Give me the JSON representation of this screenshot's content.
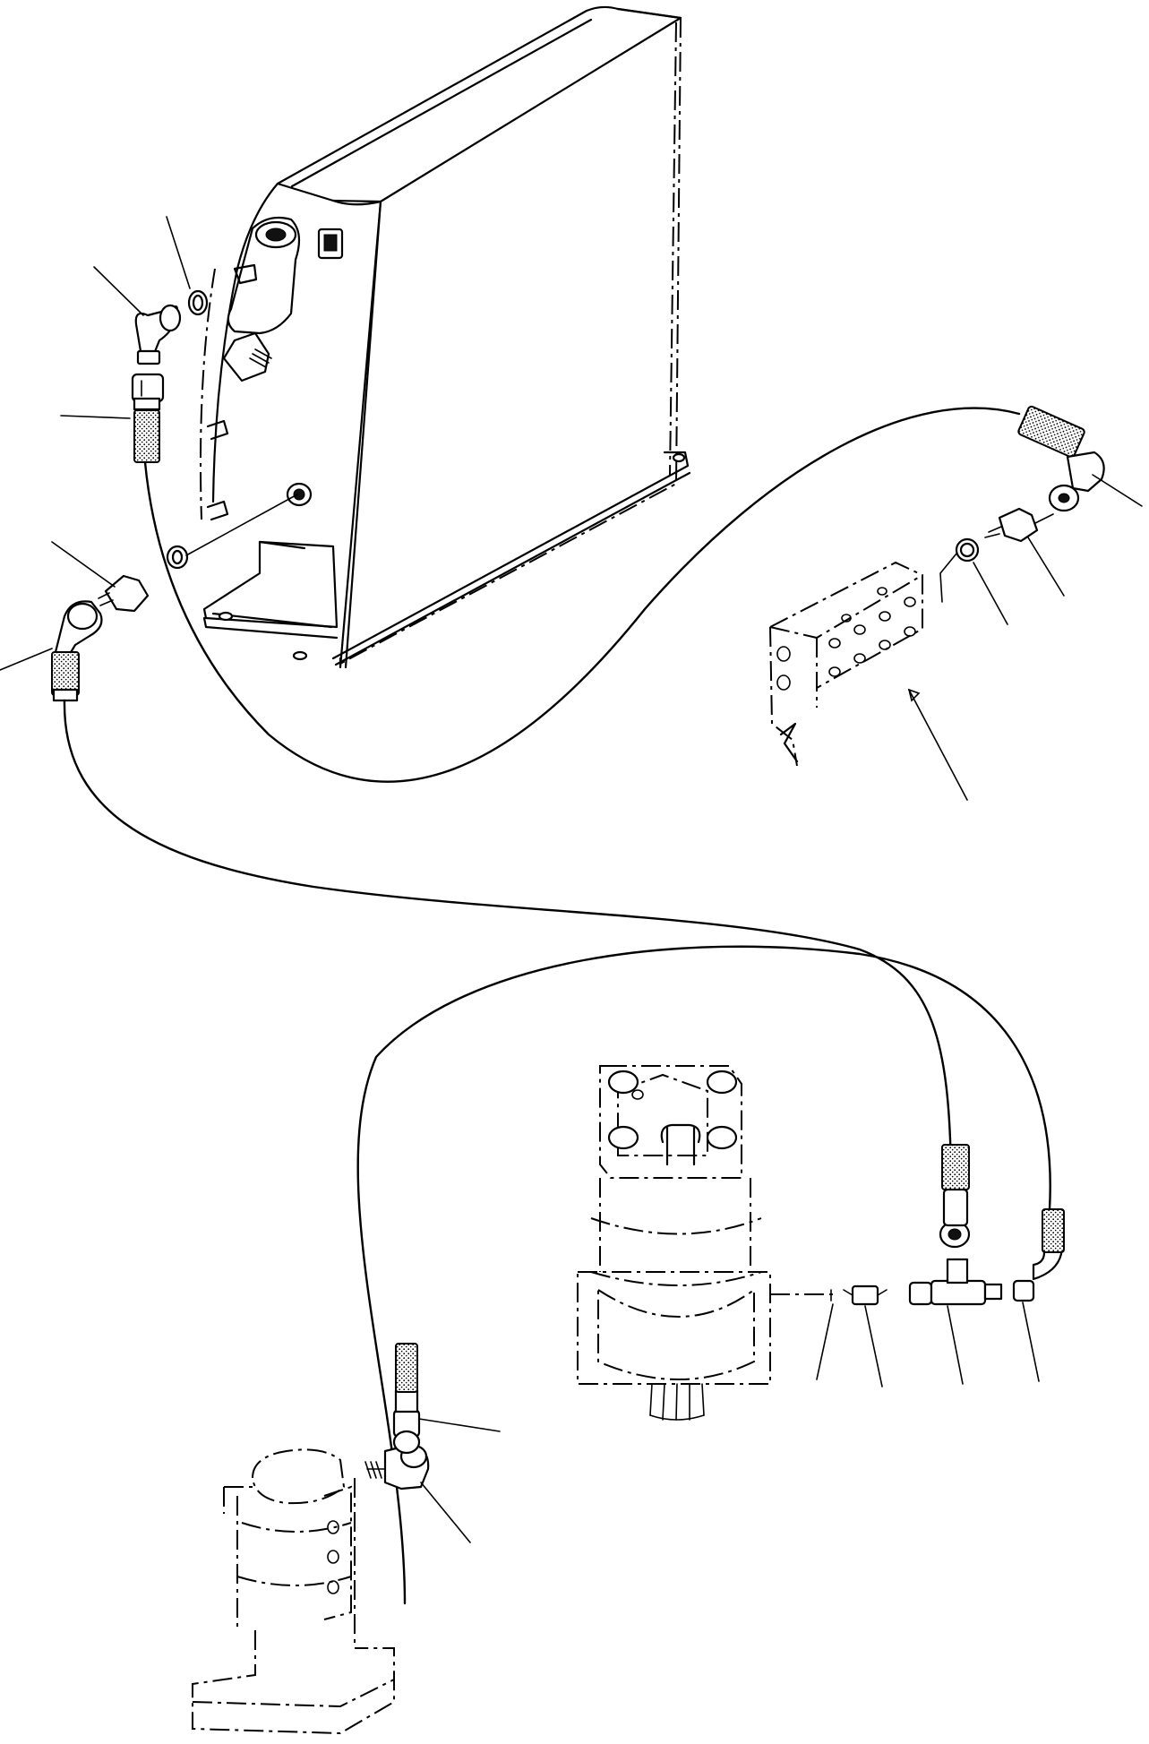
{
  "diagram": {
    "components": [
      {
        "name": "cooler-radiator",
        "kind": "tank"
      },
      {
        "name": "valve-block",
        "kind": "manifold"
      },
      {
        "name": "swing-motor",
        "kind": "motor"
      },
      {
        "name": "swivel-joint",
        "kind": "joint"
      }
    ],
    "parts": [
      "elbow-fitting",
      "o-ring",
      "hose-end",
      "adapter-fitting",
      "tee-fitting",
      "straight-connector",
      "hose-line"
    ],
    "callout_count": 16,
    "labels": []
  }
}
